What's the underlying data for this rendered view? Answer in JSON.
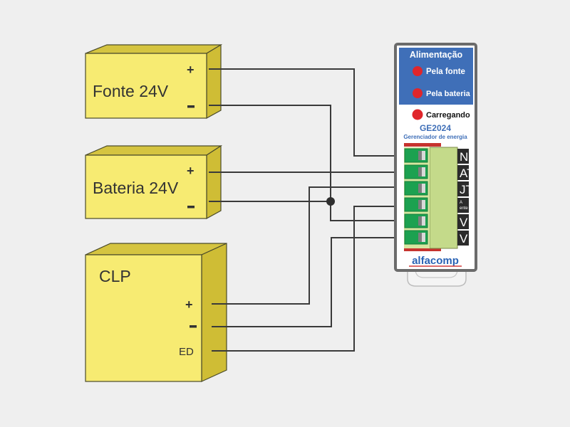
{
  "diagram": {
    "devices": {
      "fonte": {
        "label": "Fonte 24V",
        "plus": "+",
        "minus": "-"
      },
      "bateria": {
        "label": "Bateria 24V",
        "plus": "+",
        "minus": "-"
      },
      "clp": {
        "label": "CLP",
        "plus": "+",
        "minus": "-",
        "input": "ED"
      }
    },
    "module": {
      "panel_title": "Alimentação",
      "leds": [
        {
          "label": "Pela fonte",
          "color": "#e0262b"
        },
        {
          "label": "Pela bateria",
          "color": "#e0262b"
        },
        {
          "label": "Carregando",
          "color": "#e0262b"
        }
      ],
      "model": "GE2024",
      "subtitle": "Gerenciador de energia",
      "brand": "alfacomp",
      "terminals": [
        "IN",
        "BAT",
        "OUT",
        "FALTA Rede",
        "-V",
        "-V"
      ],
      "terminal_visible": [
        "N",
        "AT",
        "JT",
        "A ente",
        "V",
        "V"
      ]
    },
    "connections": [
      {
        "from": "Fonte 24V +",
        "to": "IN"
      },
      {
        "from": "Bateria 24V +",
        "to": "BAT"
      },
      {
        "from": "OUT",
        "to": "CLP +"
      },
      {
        "from": "FALTA Rede",
        "to": "CLP ED"
      },
      {
        "from": "Fonte 24V -",
        "to": "Bateria 24V - (junction)"
      },
      {
        "from": "Bateria 24V -",
        "to": "-V (terminal 5)"
      },
      {
        "from": "-V (terminal 6)",
        "to": "CLP -"
      }
    ],
    "colors": {
      "box_front": "#f7eb72",
      "box_side": "#d5c440",
      "panel_blue": "#3f6fb8",
      "terminal_green": "#1ca150",
      "led_red": "#e0262b",
      "wire": "#3a3a3a"
    }
  }
}
